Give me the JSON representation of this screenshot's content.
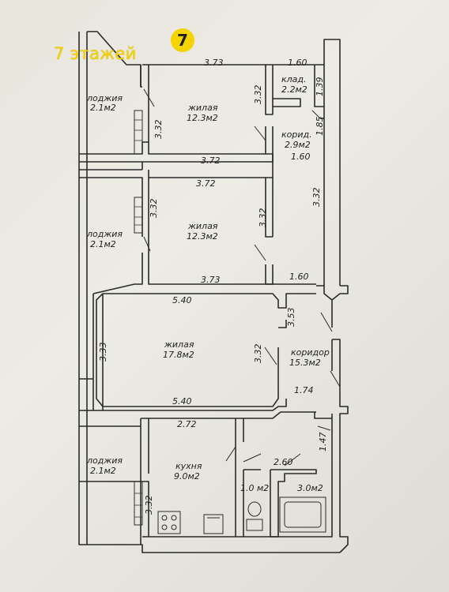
{
  "floor": {
    "label": "7 этажей",
    "badge": "7",
    "accent_color": "#f3d300"
  },
  "rooms": {
    "loggia_top": {
      "name": "лоджия",
      "area": "2.1м2"
    },
    "living_1": {
      "name": "жилая",
      "area": "12.3м2"
    },
    "storage": {
      "name": "клад.",
      "area": "2.2м2"
    },
    "corridor_small": {
      "name": "корид.",
      "area": "2.9м2"
    },
    "loggia_mid": {
      "name": "лоджия",
      "area": "2.1м2"
    },
    "living_2": {
      "name": "жилая",
      "area": "12.3м2"
    },
    "living_3": {
      "name": "жилая",
      "area": "17.8м2"
    },
    "corridor": {
      "name": "коридор",
      "area": "15.3м2"
    },
    "loggia_bottom": {
      "name": "лоджия",
      "area": "2.1м2"
    },
    "kitchen": {
      "name": "кухня",
      "area": "9.0м2"
    },
    "wc": {
      "area": "1.0 м2"
    },
    "bath": {
      "area": "3.0м2"
    }
  },
  "dimensions": {
    "d_373_top": "3.73",
    "d_160_top": "1.60",
    "d_332_r1_left": "3.32",
    "d_332_r1_right": "3.32",
    "d_139": "1.39",
    "d_185": "1.85",
    "d_160_mid": "1.60",
    "d_372_a": "3.72",
    "d_372_b": "3.72",
    "d_332_r2_left": "3.32",
    "d_332_r2_right": "3.32",
    "d_332_corr": "3.32",
    "d_373_bottom": "3.73",
    "d_160_bottom": "1.60",
    "d_540_top": "5.40",
    "d_353": "3.53",
    "d_333": "3.33",
    "d_332_r3": "3.32",
    "d_540_bottom": "5.40",
    "d_174": "1.74",
    "d_272": "2.72",
    "d_260": "2.60",
    "d_147": "1.47",
    "d_332_kitchen": "3.32"
  }
}
